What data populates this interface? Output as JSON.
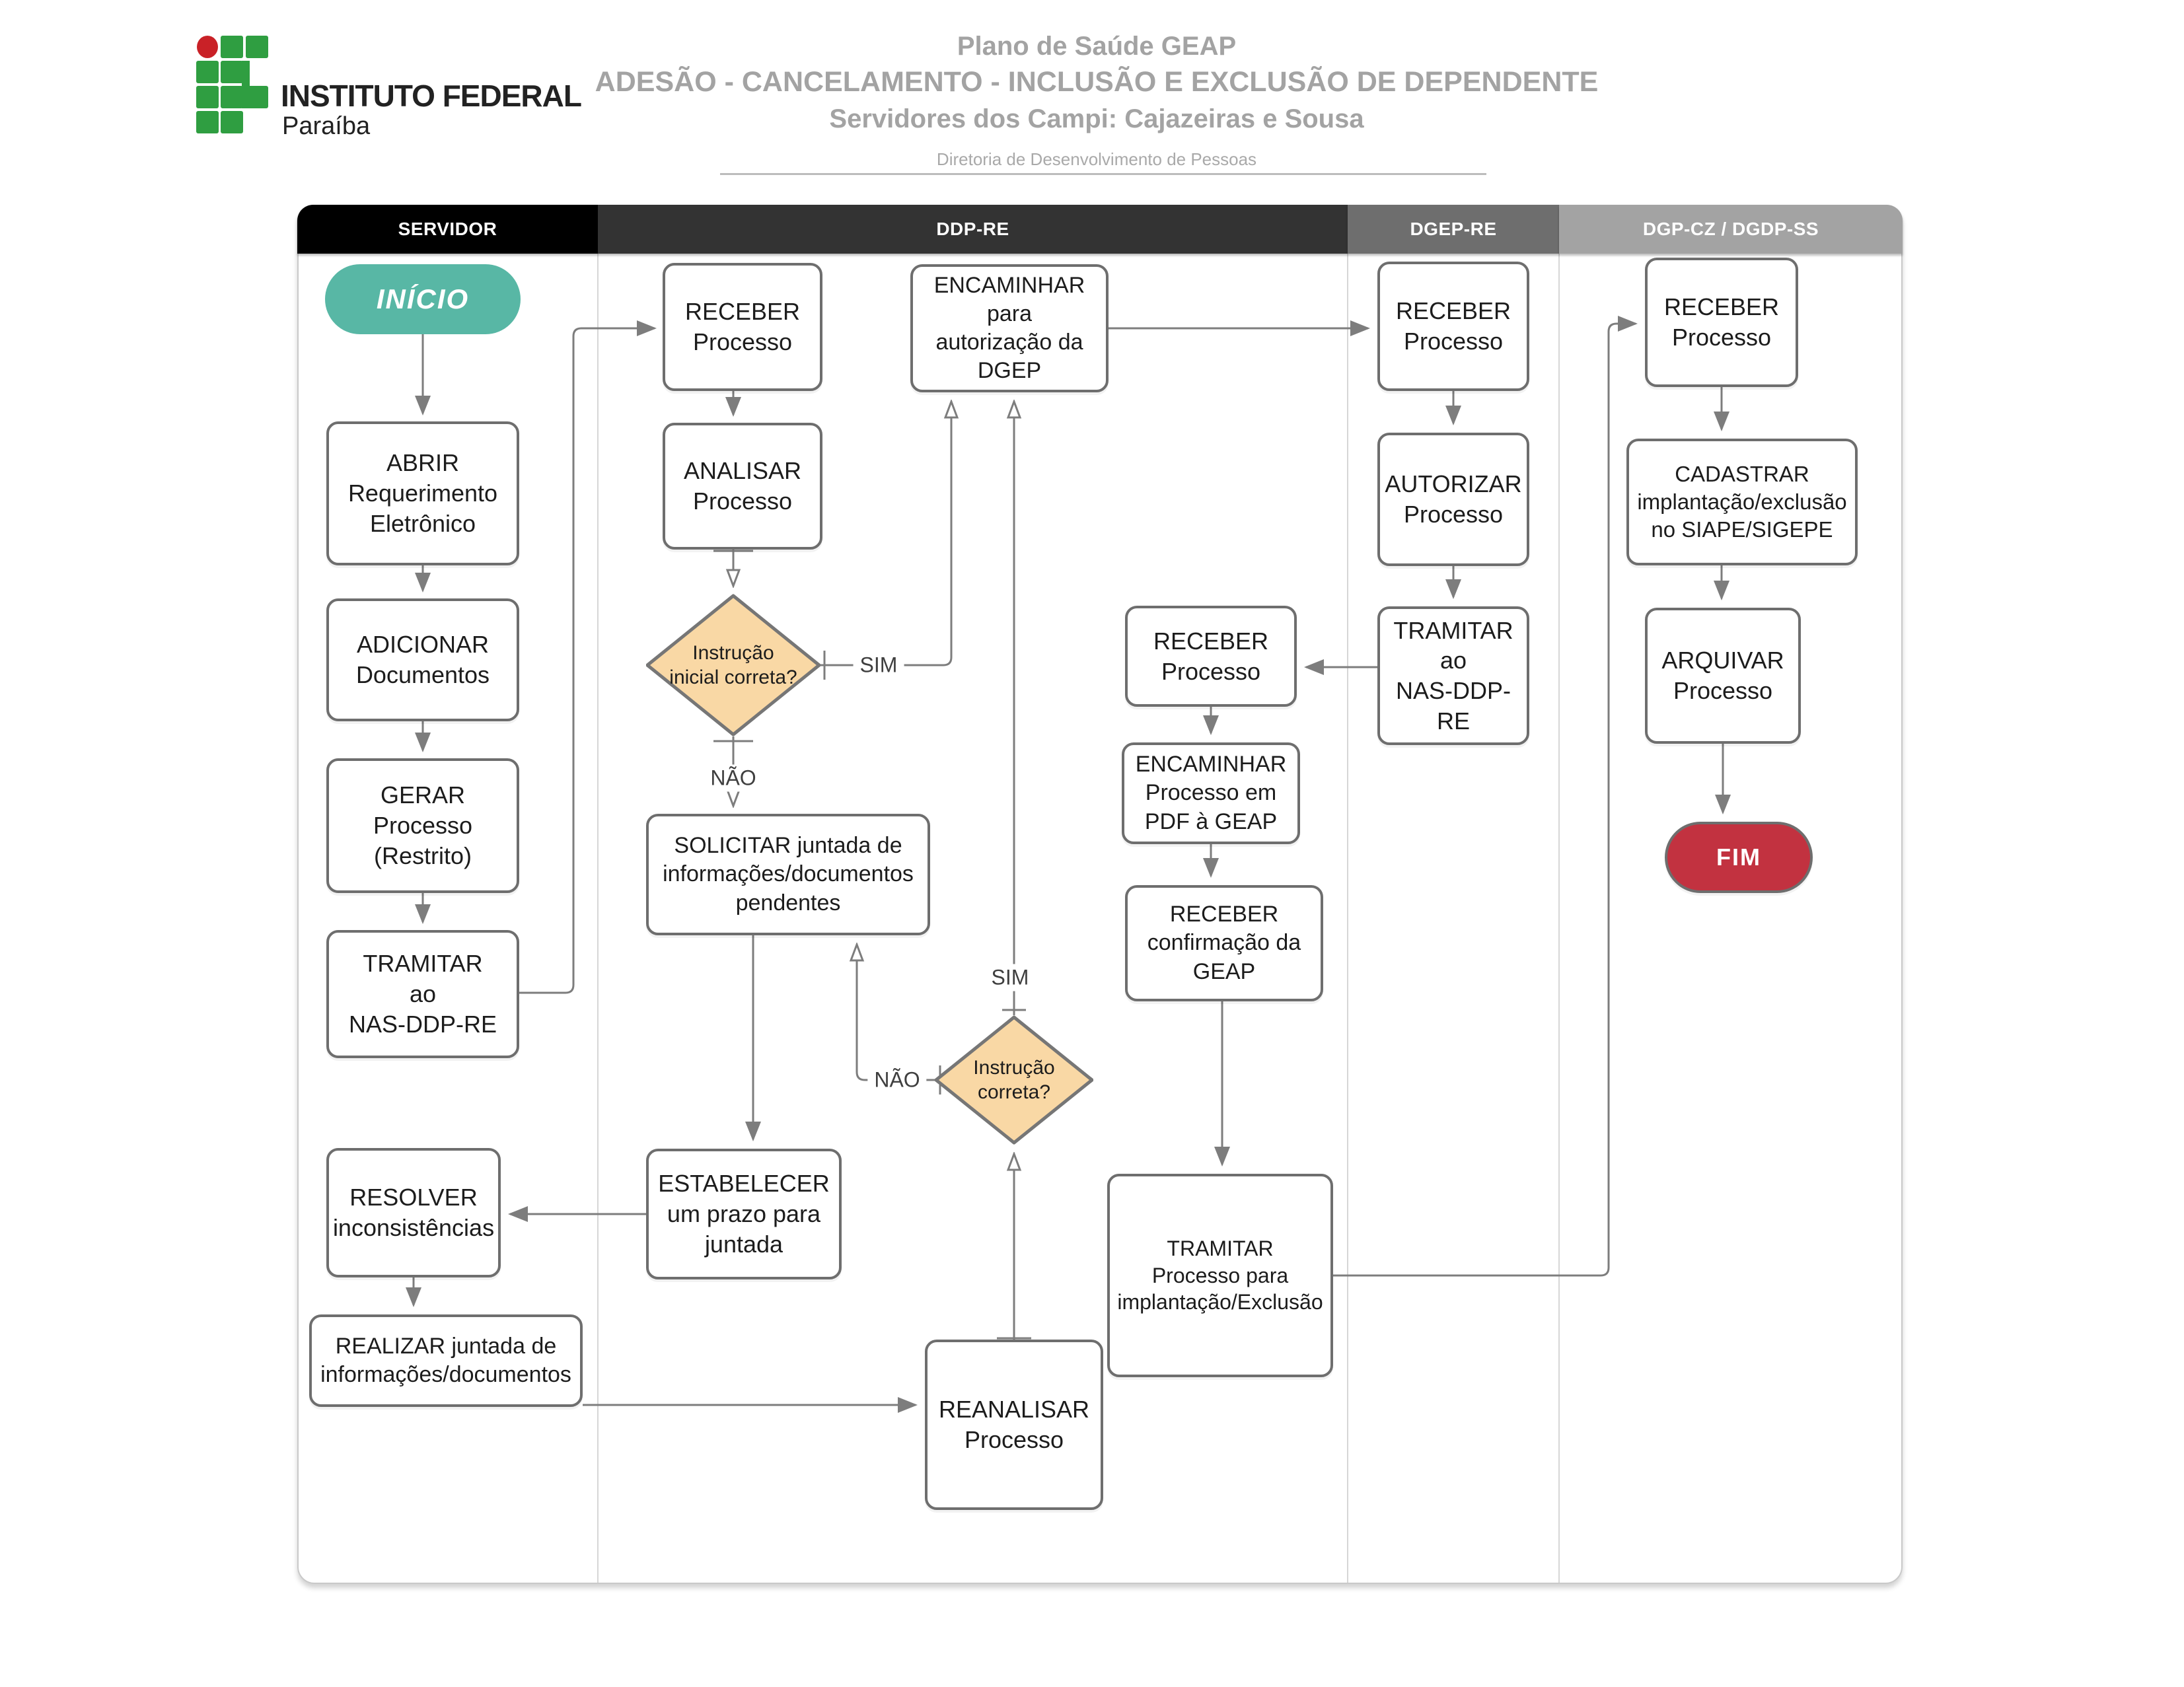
{
  "header": {
    "brand": {
      "line1": "INSTITUTO FEDERAL",
      "line2": "Paraíba"
    },
    "title1": "Plano de Saúde GEAP",
    "title2": "ADESÃO - CANCELAMENTO - INCLUSÃO E EXCLUSÃO DE DEPENDENTE",
    "title3": "Servidores dos Campi: Cajazeiras e Sousa",
    "subtitle": "Diretoria de Desenvolvimento de Pessoas"
  },
  "lanes": [
    {
      "id": "servidor",
      "label": "SERVIDOR",
      "color": "#000000"
    },
    {
      "id": "ddp-re",
      "label": "DDP-RE",
      "color": "#333333"
    },
    {
      "id": "dgep-re",
      "label": "DGEP-RE",
      "color": "#6e6e6e"
    },
    {
      "id": "dgp-cz-dgdp-ss",
      "label": "DGP-CZ / DGDP-SS",
      "color": "#a3a3a3"
    }
  ],
  "nodes": {
    "inicio": {
      "lane": "servidor",
      "type": "start",
      "label": "INÍCIO"
    },
    "abrir": {
      "lane": "servidor",
      "type": "process",
      "label": "ABRIR\nRequerimento\nEletrônico"
    },
    "adicionar": {
      "lane": "servidor",
      "type": "process",
      "label": "ADICIONAR\nDocumentos"
    },
    "gerar": {
      "lane": "servidor",
      "type": "process",
      "label": "GERAR\nProcesso\n(Restrito)"
    },
    "tramitar_servidor": {
      "lane": "servidor",
      "type": "process",
      "label": "TRAMITAR\nao\nNAS-DDP-RE"
    },
    "resolver": {
      "lane": "servidor",
      "type": "process",
      "label": "RESOLVER\ninconsistências"
    },
    "realizar": {
      "lane": "servidor",
      "type": "process",
      "label": "REALIZAR  juntada de\ninformações/documentos"
    },
    "receber_ddp_1": {
      "lane": "ddp-re",
      "type": "process",
      "label": "RECEBER\nProcesso"
    },
    "analisar": {
      "lane": "ddp-re",
      "type": "process",
      "label": "ANALISAR\nProcesso"
    },
    "instrucao_inicial": {
      "lane": "ddp-re",
      "type": "decision",
      "label": "Instrução\ninicial correta?"
    },
    "solicitar": {
      "lane": "ddp-re",
      "type": "process",
      "label": "SOLICITAR juntada de\ninformações/documentos\npendentes"
    },
    "estabelecer": {
      "lane": "ddp-re",
      "type": "process",
      "label": "ESTABELECER\num prazo para\njuntada"
    },
    "instrucao": {
      "lane": "ddp-re",
      "type": "decision",
      "label": "Instrução\ncorreta?"
    },
    "reanalisar": {
      "lane": "ddp-re",
      "type": "process",
      "label": "REANALISAR\nProcesso"
    },
    "encaminhar_dgep": {
      "lane": "ddp-re",
      "type": "process",
      "label": "ENCAMINHAR\npara\nautorização da\nDGEP"
    },
    "receber_ddp_2": {
      "lane": "ddp-re",
      "type": "process",
      "label": "RECEBER\nProcesso"
    },
    "encaminhar_pdf": {
      "lane": "ddp-re",
      "type": "process",
      "label": "ENCAMINHAR\nProcesso em\nPDF à GEAP"
    },
    "receber_confirmacao": {
      "lane": "ddp-re",
      "type": "process",
      "label": "RECEBER\nconfirmação da\nGEAP"
    },
    "tramitar_implantacao": {
      "lane": "ddp-re",
      "type": "process",
      "label": "TRAMITAR\nProcesso para\nimplantação/Exclusão"
    },
    "receber_dgep": {
      "lane": "dgep-re",
      "type": "process",
      "label": "RECEBER\nProcesso"
    },
    "autorizar": {
      "lane": "dgep-re",
      "type": "process",
      "label": "AUTORIZAR\nProcesso"
    },
    "tramitar_nas": {
      "lane": "dgep-re",
      "type": "process",
      "label": "TRAMITAR\nao\nNAS-DDP-RE"
    },
    "receber_dgp": {
      "lane": "dgp-cz-dgdp-ss",
      "type": "process",
      "label": "RECEBER\nProcesso"
    },
    "cadastrar": {
      "lane": "dgp-cz-dgdp-ss",
      "type": "process",
      "label": "CADASTRAR\nimplantação/exclusão\nno SIAPE/SIGEPE"
    },
    "arquivar": {
      "lane": "dgp-cz-dgdp-ss",
      "type": "process",
      "label": "ARQUIVAR\nProcesso"
    },
    "fim": {
      "lane": "dgp-cz-dgdp-ss",
      "type": "end",
      "label": "FIM"
    }
  },
  "edge_labels": {
    "sim": "SIM",
    "nao": "NÃO"
  },
  "edges": [
    {
      "from": "inicio",
      "to": "abrir"
    },
    {
      "from": "abrir",
      "to": "adicionar"
    },
    {
      "from": "adicionar",
      "to": "gerar"
    },
    {
      "from": "gerar",
      "to": "tramitar_servidor"
    },
    {
      "from": "tramitar_servidor",
      "to": "receber_ddp_1"
    },
    {
      "from": "receber_ddp_1",
      "to": "analisar"
    },
    {
      "from": "analisar",
      "to": "instrucao_inicial"
    },
    {
      "from": "instrucao_inicial",
      "to": "encaminhar_dgep",
      "label": "SIM"
    },
    {
      "from": "instrucao_inicial",
      "to": "solicitar",
      "label": "NÃO"
    },
    {
      "from": "solicitar",
      "to": "estabelecer"
    },
    {
      "from": "estabelecer",
      "to": "resolver"
    },
    {
      "from": "resolver",
      "to": "realizar"
    },
    {
      "from": "realizar",
      "to": "reanalisar"
    },
    {
      "from": "reanalisar",
      "to": "instrucao"
    },
    {
      "from": "instrucao",
      "to": "encaminhar_dgep",
      "label": "SIM"
    },
    {
      "from": "instrucao",
      "to": "solicitar",
      "label": "NÃO"
    },
    {
      "from": "encaminhar_dgep",
      "to": "receber_dgep"
    },
    {
      "from": "receber_dgep",
      "to": "autorizar"
    },
    {
      "from": "autorizar",
      "to": "tramitar_nas"
    },
    {
      "from": "tramitar_nas",
      "to": "receber_ddp_2"
    },
    {
      "from": "receber_ddp_2",
      "to": "encaminhar_pdf"
    },
    {
      "from": "encaminhar_pdf",
      "to": "receber_confirmacao"
    },
    {
      "from": "receber_confirmacao",
      "to": "tramitar_implantacao"
    },
    {
      "from": "tramitar_implantacao",
      "to": "receber_dgp"
    },
    {
      "from": "receber_dgp",
      "to": "cadastrar"
    },
    {
      "from": "cadastrar",
      "to": "arquivar"
    },
    {
      "from": "arquivar",
      "to": "fim"
    }
  ],
  "colors": {
    "start_fill": "#58b7a5",
    "end_fill": "#c23240",
    "decision_fill": "#f9d8a5",
    "box_border": "#6e6e6e",
    "arrow": "#7d7d7d",
    "logo_green": "#2f9e41",
    "logo_red": "#c92127"
  }
}
